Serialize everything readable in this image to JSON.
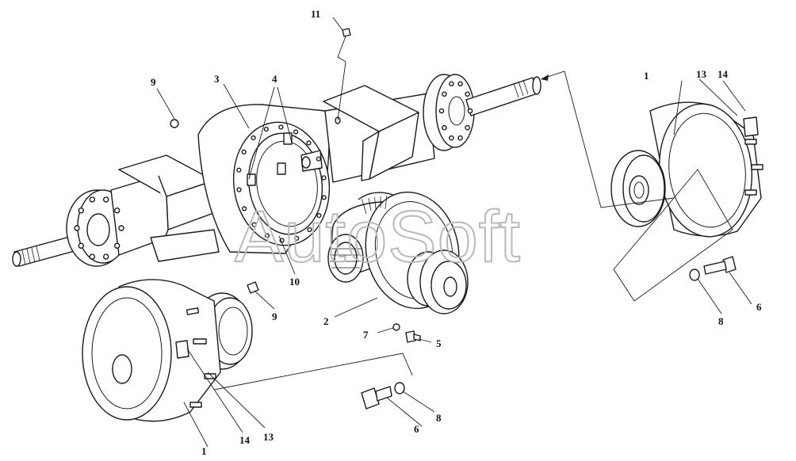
{
  "watermark": "AutoSoft",
  "callouts": [
    {
      "id": "c1a",
      "label": "1"
    },
    {
      "id": "c1b",
      "label": "1"
    },
    {
      "id": "c2",
      "label": "2"
    },
    {
      "id": "c3",
      "label": "3"
    },
    {
      "id": "c4",
      "label": "4"
    },
    {
      "id": "c5",
      "label": "5"
    },
    {
      "id": "c6a",
      "label": "6"
    },
    {
      "id": "c6b",
      "label": "6"
    },
    {
      "id": "c7",
      "label": "7"
    },
    {
      "id": "c8a",
      "label": "8"
    },
    {
      "id": "c8b",
      "label": "8"
    },
    {
      "id": "c9a",
      "label": "9"
    },
    {
      "id": "c9b",
      "label": "9"
    },
    {
      "id": "c10",
      "label": "10"
    },
    {
      "id": "c11",
      "label": "11"
    },
    {
      "id": "c13a",
      "label": "13"
    },
    {
      "id": "c13b",
      "label": "13"
    },
    {
      "id": "c14a",
      "label": "14"
    },
    {
      "id": "c14b",
      "label": "14"
    }
  ]
}
